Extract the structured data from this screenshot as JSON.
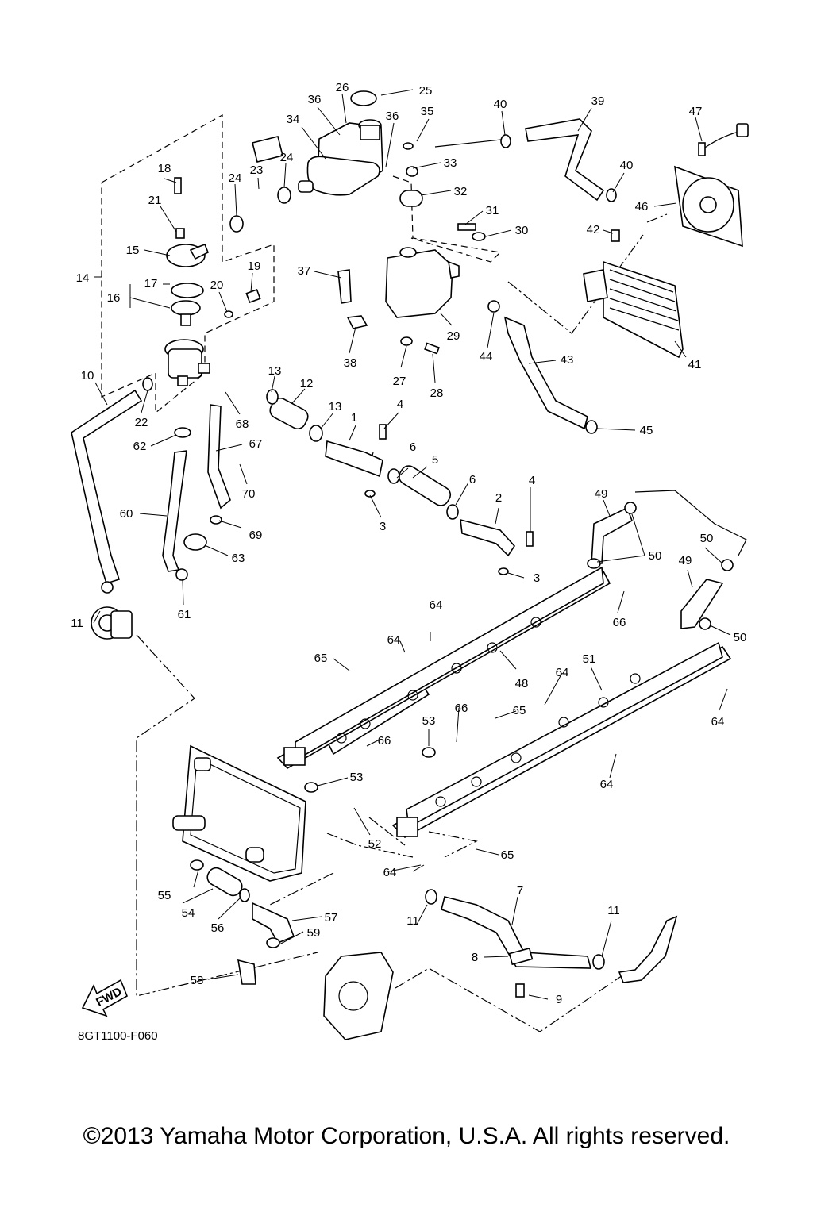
{
  "diagram": {
    "code": "8GT1100-F060",
    "fwd_label": "FWD",
    "callouts": [
      {
        "n": "1"
      },
      {
        "n": "2"
      },
      {
        "n": "3"
      },
      {
        "n": "3"
      },
      {
        "n": "4"
      },
      {
        "n": "4"
      },
      {
        "n": "5"
      },
      {
        "n": "6"
      },
      {
        "n": "6"
      },
      {
        "n": "7"
      },
      {
        "n": "8"
      },
      {
        "n": "9"
      },
      {
        "n": "10"
      },
      {
        "n": "11"
      },
      {
        "n": "11"
      },
      {
        "n": "11"
      },
      {
        "n": "12"
      },
      {
        "n": "13"
      },
      {
        "n": "13"
      },
      {
        "n": "14"
      },
      {
        "n": "15"
      },
      {
        "n": "16"
      },
      {
        "n": "17"
      },
      {
        "n": "18"
      },
      {
        "n": "19"
      },
      {
        "n": "20"
      },
      {
        "n": "21"
      },
      {
        "n": "22"
      },
      {
        "n": "23"
      },
      {
        "n": "24"
      },
      {
        "n": "24"
      },
      {
        "n": "25"
      },
      {
        "n": "26"
      },
      {
        "n": "27"
      },
      {
        "n": "28"
      },
      {
        "n": "29"
      },
      {
        "n": "30"
      },
      {
        "n": "31"
      },
      {
        "n": "32"
      },
      {
        "n": "33"
      },
      {
        "n": "34"
      },
      {
        "n": "35"
      },
      {
        "n": "36"
      },
      {
        "n": "36"
      },
      {
        "n": "37"
      },
      {
        "n": "38"
      },
      {
        "n": "39"
      },
      {
        "n": "40"
      },
      {
        "n": "40"
      },
      {
        "n": "41"
      },
      {
        "n": "42"
      },
      {
        "n": "43"
      },
      {
        "n": "44"
      },
      {
        "n": "45"
      },
      {
        "n": "46"
      },
      {
        "n": "47"
      },
      {
        "n": "48"
      },
      {
        "n": "49"
      },
      {
        "n": "49"
      },
      {
        "n": "50"
      },
      {
        "n": "50"
      },
      {
        "n": "50"
      },
      {
        "n": "51"
      },
      {
        "n": "52"
      },
      {
        "n": "53"
      },
      {
        "n": "53"
      },
      {
        "n": "54"
      },
      {
        "n": "55"
      },
      {
        "n": "56"
      },
      {
        "n": "57"
      },
      {
        "n": "58"
      },
      {
        "n": "59"
      },
      {
        "n": "60"
      },
      {
        "n": "61"
      },
      {
        "n": "62"
      },
      {
        "n": "63"
      },
      {
        "n": "64"
      },
      {
        "n": "64"
      },
      {
        "n": "64"
      },
      {
        "n": "64"
      },
      {
        "n": "64"
      },
      {
        "n": "64"
      },
      {
        "n": "65"
      },
      {
        "n": "65"
      },
      {
        "n": "65"
      },
      {
        "n": "66"
      },
      {
        "n": "66"
      },
      {
        "n": "66"
      },
      {
        "n": "67"
      },
      {
        "n": "68"
      },
      {
        "n": "69"
      },
      {
        "n": "70"
      }
    ]
  },
  "footer": {
    "copyright": "©2013 Yamaha Motor Corporation, U.S.A. All rights reserved."
  }
}
